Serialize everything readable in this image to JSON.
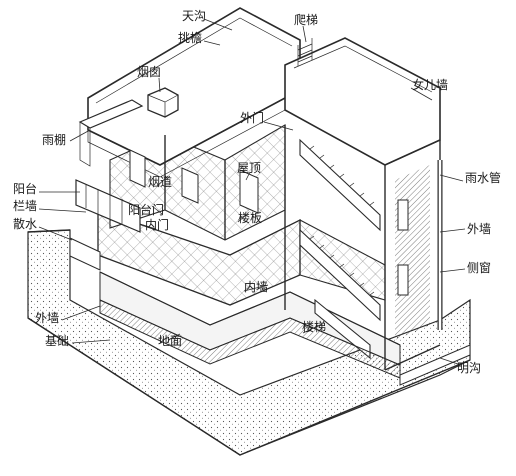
{
  "figure": {
    "labels": {
      "tiangou": "天沟",
      "tiaoyan": "挑檐",
      "yancong": "烟囱",
      "pati": "爬梯",
      "nvqiang": "女儿墙",
      "waimen": "外门",
      "yupeng": "雨棚",
      "wuding": "屋顶",
      "yandao": "烟道",
      "yangtai": "阳台",
      "yangtaimen": "阳台门",
      "lanqiang": "栏墙",
      "neimen": "内门",
      "sanshui": "散水",
      "louban": "楼板",
      "yushuiguan": "雨水管",
      "waiqiang_r": "外墙",
      "cechuang": "侧窗",
      "neiqiang": "内墙",
      "waiqiang_l": "外墙",
      "jichu": "基础",
      "dimian": "地面",
      "louti": "楼梯",
      "minggou": "明沟"
    }
  }
}
